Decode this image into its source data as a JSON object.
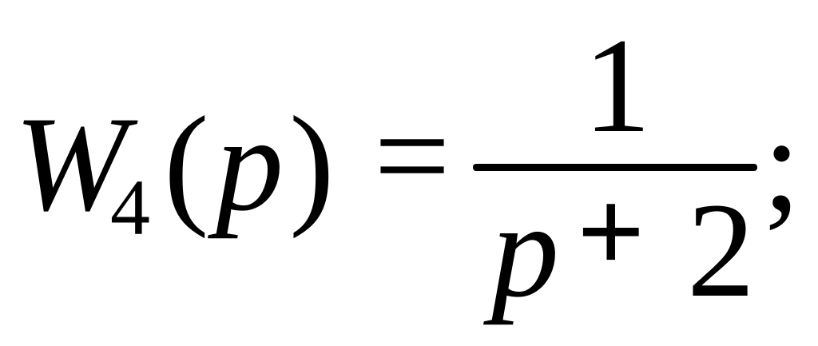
{
  "formula": {
    "function_symbol": "W",
    "subscript": "4",
    "paren_open": "(",
    "argument": "p",
    "paren_close": ")",
    "equals": "=",
    "numerator": "1",
    "denominator": {
      "variable": "p",
      "operator": "+",
      "constant": "2"
    },
    "terminator": ";"
  }
}
